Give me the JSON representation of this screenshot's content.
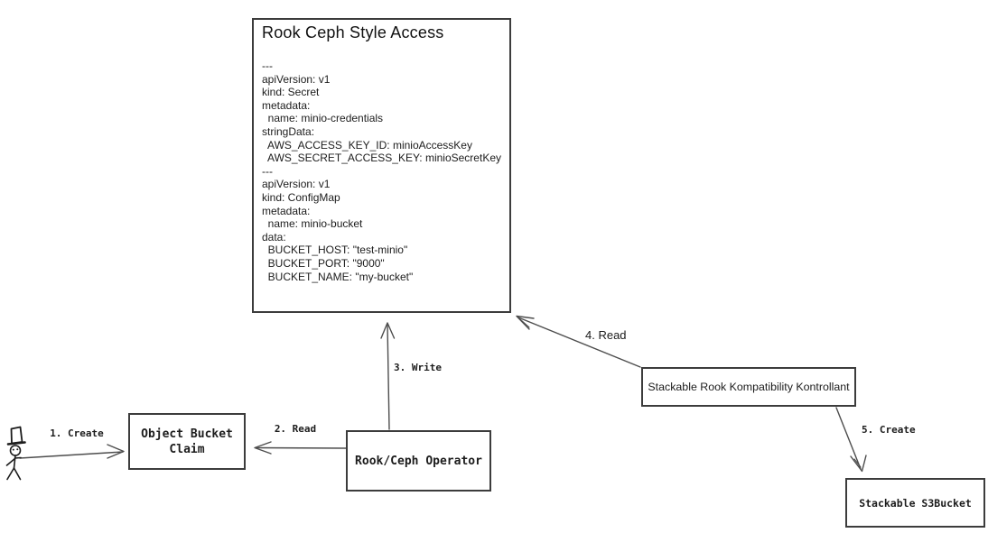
{
  "colors": {
    "background": "#ffffff",
    "border": "#3c3c3c",
    "arrow_line": "#4d4d4d",
    "text": "#1c1c1c"
  },
  "spec_box": {
    "title": "Rook Ceph Style Access",
    "yaml": "---\napiVersion: v1\nkind: Secret\nmetadata:\n  name: minio-credentials\nstringData:\n  AWS_ACCESS_KEY_ID: minioAccessKey\n  AWS_SECRET_ACCESS_KEY: minioSecretKey\n---\napiVersion: v1\nkind: ConfigMap\nmetadata:\n  name: minio-bucket\ndata:\n  BUCKET_HOST: \"test-minio\"\n  BUCKET_PORT: \"9000\"\n  BUCKET_NAME: \"my-bucket\""
  },
  "nodes": {
    "object_bucket_claim": {
      "label": "Object Bucket\nClaim"
    },
    "rook_ceph_operator": {
      "label": "Rook/Ceph Operator"
    },
    "stackable_kontrollant": {
      "label": "Stackable Rook Kompatibility Kontrollant"
    },
    "stackable_s3bucket": {
      "label": "Stackable S3Bucket"
    }
  },
  "edges": {
    "create_obc": {
      "label": "1. Create"
    },
    "read_obc": {
      "label": "2. Read"
    },
    "write_spec": {
      "label": "3. Write"
    },
    "read_spec": {
      "label": "4. Read"
    },
    "create_s3bucket": {
      "label": "5. Create"
    }
  },
  "actor": {
    "icon": "stick-figure-top-hat-icon"
  }
}
